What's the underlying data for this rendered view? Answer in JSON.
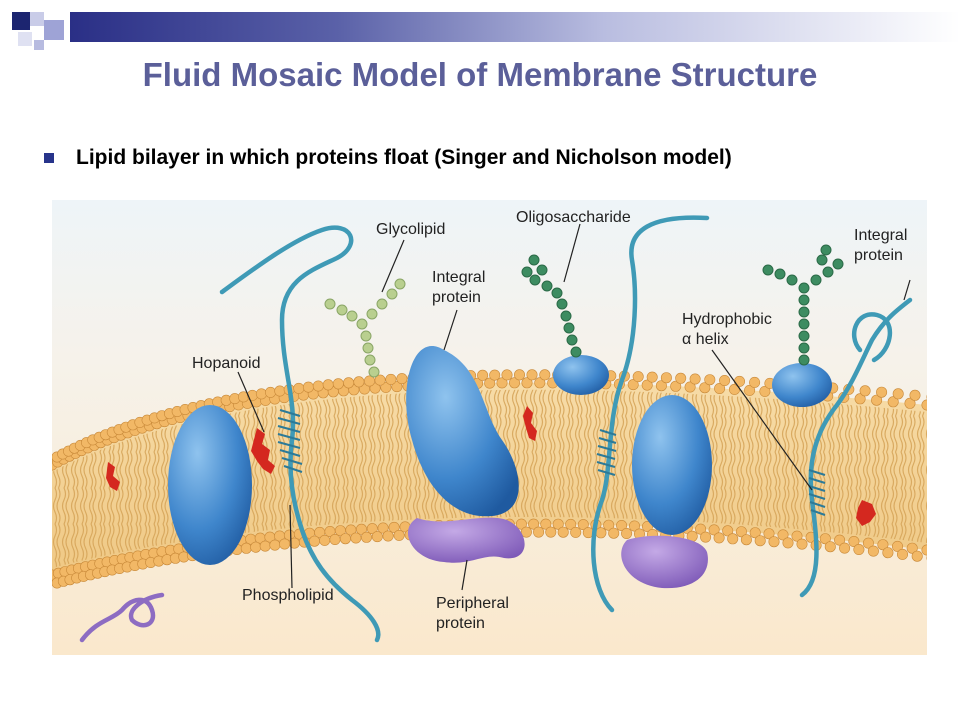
{
  "slide": {
    "title": "Fluid Mosaic Model of Membrane Structure",
    "bullet": "Lipid bilayer in which proteins float (Singer and Nicholson model)"
  },
  "diagram": {
    "labels": {
      "glycolipid": "Glycolipid",
      "oligosaccharide": "Oligosaccharide",
      "integral_protein_line1": "Integral",
      "integral_protein_line2": "protein",
      "hopanoid": "Hopanoid",
      "hydrophobic_line1": "Hydrophobic",
      "hydrophobic_line2": "α helix",
      "phospholipid": "Phospholipid",
      "peripheral_line1": "Peripheral",
      "peripheral_line2": "protein",
      "integral_right_line1": "Integral",
      "integral_right_line2": "protein"
    }
  },
  "colors": {
    "title": "#5b5f99",
    "accent": "#27348b",
    "lipid_head": "#f2b866",
    "protein": "#3f86cc",
    "peripheral": "#8d6cc2",
    "glycolipid_sugar": "#b9cf8f",
    "oligosaccharide": "#3d8c61",
    "hopanoid": "#d4281f"
  }
}
